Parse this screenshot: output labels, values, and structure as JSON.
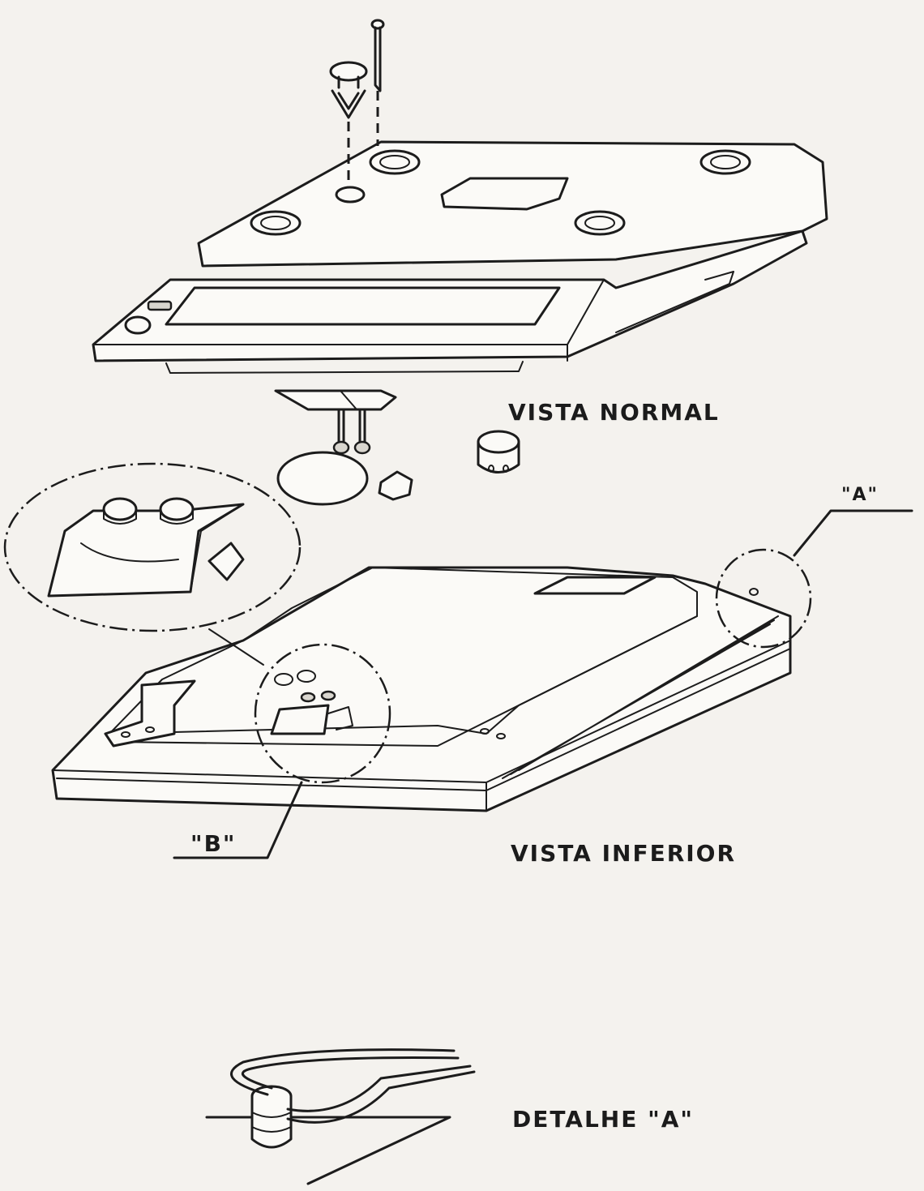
{
  "labels": {
    "vista_normal": "VISTA NORMAL",
    "vista_inferior": "VISTA INFERIOR",
    "detalhe_a": "DETALHE \"A\"",
    "callout_a": "\"A\"",
    "callout_b": "\"B\""
  },
  "colors": {
    "paper": "#f4f2ee",
    "ink": "#1c1c1c"
  }
}
